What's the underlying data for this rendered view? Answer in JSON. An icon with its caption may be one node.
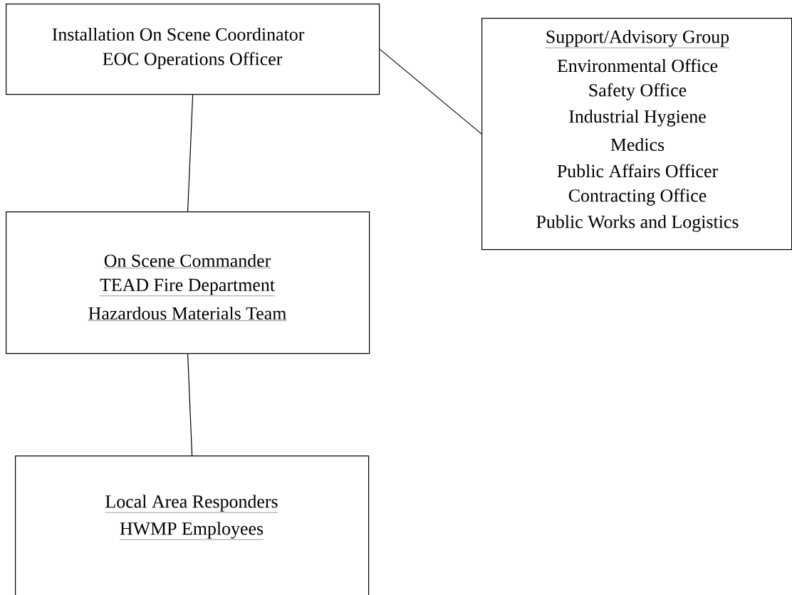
{
  "diagram": {
    "nodes": [
      {
        "text": [
          "Installation On Scene Coordinator",
          "EOC Operations Officer"
        ]
      },
      {
        "text": [
          "Support/Advisory Group",
          "Environmental Office",
          "Safety Office",
          "Industrial Hygiene",
          "Medics",
          "Public Affairs Officer",
          "Contracting Office",
          "Public Works and Logistics"
        ]
      },
      {
        "text": [
          "On Scene Commander",
          "TEAD Fire Department",
          "Hazardous Materials Team"
        ]
      },
      {
        "text": [
          "Local Area Responders",
          "HWMP Employees"
        ]
      }
    ],
    "edges": [
      {
        "from": 0,
        "to": 1,
        "arrow": "none"
      },
      {
        "from": 0,
        "to": 2,
        "arrow": "none"
      },
      {
        "from": 2,
        "to": 3,
        "arrow": "none"
      }
    ]
  }
}
